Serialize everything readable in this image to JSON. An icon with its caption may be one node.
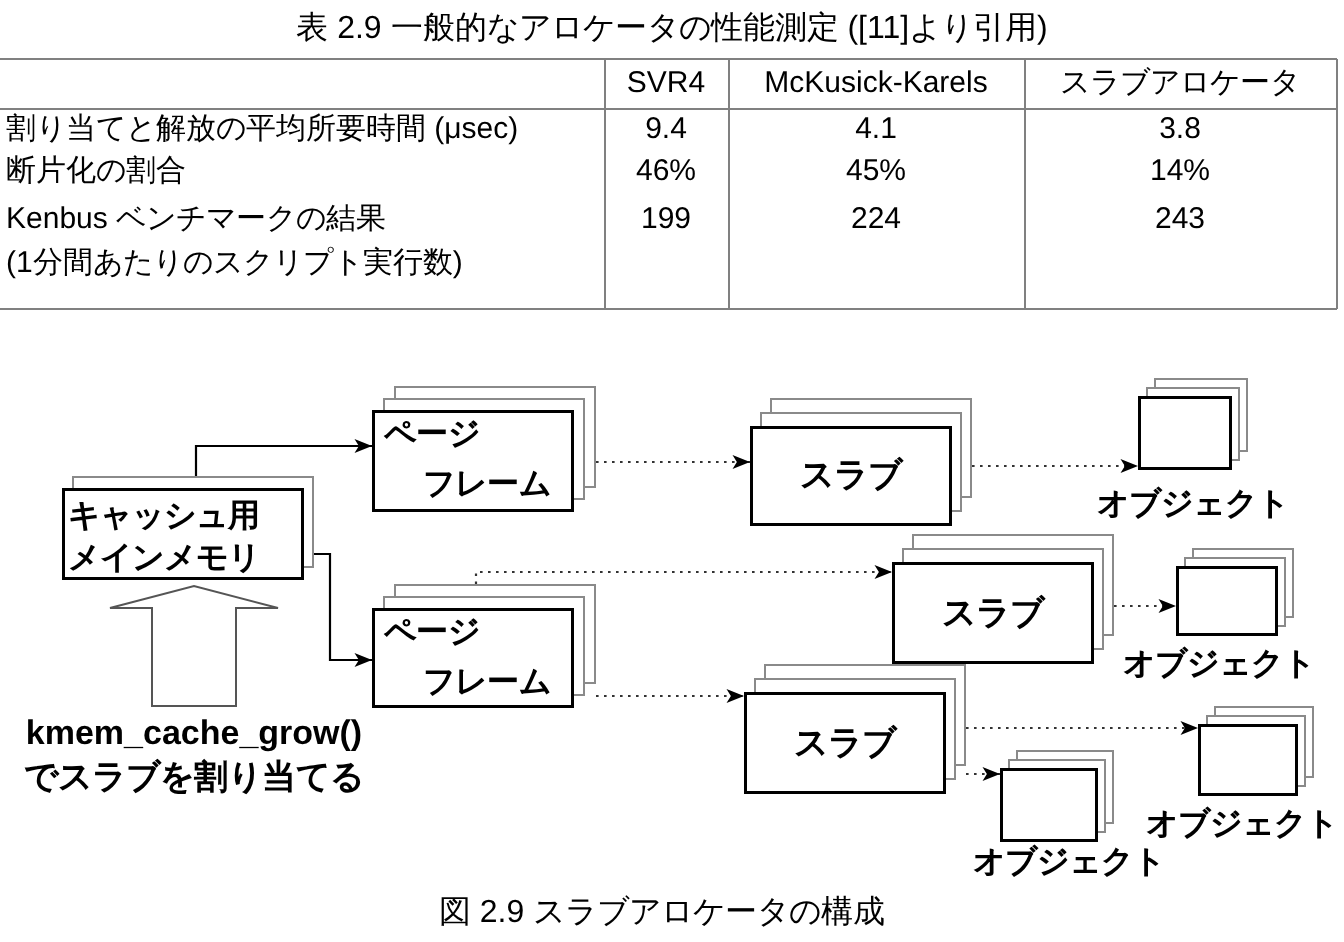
{
  "diagram": {
    "title": "表 2.9 一般的なアロケータの性能測定 ([11]より引用)",
    "caption": "図 2.9 スラブアロケータの構成",
    "nodes": [
      {
        "text": [
          "キャッシュ用メインメモリ"
        ]
      },
      {
        "text": [
          "kmem_cache_grow()でスラブを割り当てる"
        ]
      },
      {
        "text": [
          "ページフレーム"
        ]
      },
      {
        "text": [
          "ページフレーム"
        ]
      },
      {
        "text": [
          "スラブ"
        ]
      },
      {
        "text": [
          "スラブ"
        ]
      },
      {
        "text": [
          "スラブ"
        ]
      },
      {
        "text": [
          "オブジェクト"
        ]
      },
      {
        "text": [
          "オブジェクト"
        ]
      },
      {
        "text": [
          "オブジェクト"
        ]
      },
      {
        "text": [
          "オブジェクト"
        ]
      }
    ],
    "edges": [
      {
        "from": 0,
        "to": 2,
        "arrow": "to"
      },
      {
        "from": 0,
        "to": 3,
        "arrow": "to"
      },
      {
        "from": 1,
        "to": 0,
        "arrow": "to",
        "style": "thick"
      },
      {
        "from": 2,
        "to": 4,
        "arrow": "to",
        "style": "dashed"
      },
      {
        "from": 3,
        "to": 5,
        "arrow": "to",
        "style": "dashed"
      },
      {
        "from": 3,
        "to": 6,
        "arrow": "to",
        "style": "dashed"
      },
      {
        "from": 4,
        "to": 7,
        "arrow": "to",
        "style": "dashed"
      },
      {
        "from": 5,
        "to": 8,
        "arrow": "to",
        "style": "dashed"
      },
      {
        "from": 6,
        "to": 9,
        "arrow": "to",
        "style": "dashed"
      },
      {
        "from": 6,
        "to": 10,
        "arrow": "to",
        "style": "dashed"
      }
    ],
    "labels": [
      "SVR4",
      "McKusick-Karels",
      "スラブアロケータ",
      "割り当てと解放の平均所要時間 (μsec)",
      "9.4",
      "4.1",
      "3.8",
      "断片化の割合",
      "46%",
      "45%",
      "14%",
      "Kenbus ベンチマークの結果 (1分間あたりのスクリプト実行数)",
      "199",
      "224",
      "243"
    ]
  }
}
